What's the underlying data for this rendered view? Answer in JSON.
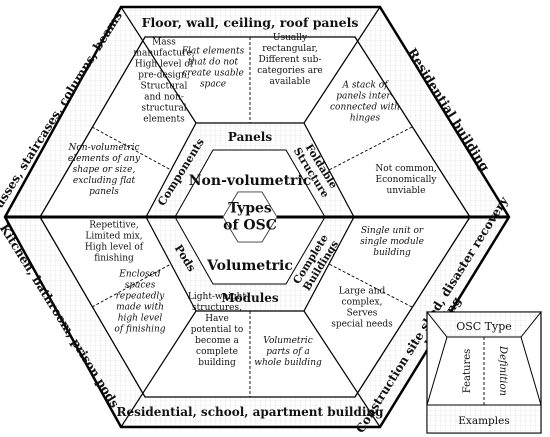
{
  "center": {
    "top": "Non-volumetric",
    "bottom": "Volumetric",
    "core": [
      "Types",
      "of OSC"
    ]
  },
  "panels": {
    "label": "Panels",
    "example": "Floor, wall, ceiling, roof panels",
    "feature": [
      "Flat elements",
      "that do not",
      "create usable",
      "space"
    ],
    "definition": [
      "Usually",
      "rectangular,",
      "Different sub-",
      "categories are",
      "available"
    ]
  },
  "foldable": {
    "label": [
      "Foldable",
      "Structure"
    ],
    "example": "Residential building",
    "feature": [
      "A stack of",
      "panels inter-",
      "connected with",
      "hinges"
    ],
    "definition": [
      "Not common,",
      "Economically",
      "unviable"
    ]
  },
  "complete": {
    "label": [
      "Complete",
      "Buildings"
    ],
    "example": [
      "Construction site shed, disaster recovery",
      "building"
    ],
    "feature": [
      "Single unit or",
      "single module",
      "building"
    ],
    "definition": [
      "Large and",
      "complex,",
      "Serves",
      "special needs"
    ]
  },
  "modules": {
    "label": "Modules",
    "example": "Residential, school, apartment building",
    "feature": [
      "Light-weight",
      "structures,",
      "Have",
      "potential to",
      "become a",
      "complete",
      "building"
    ],
    "definition": [
      "Volumetric",
      "parts of a",
      "whole building"
    ]
  },
  "pods": {
    "label": "Pods",
    "example": "Kitchen, bathroom, prison pods",
    "feature": [
      "Repetitive,",
      "Limited mix,",
      "High level of",
      "finishing"
    ],
    "definition": [
      "Enclosed",
      "spaces",
      "repeatedly",
      "made with",
      "high level",
      "of finishing"
    ]
  },
  "components": {
    "label": "Components",
    "example": "Trusses, staircases, columns, beams",
    "feature": [
      "Mass",
      "manufacture,",
      "High level of",
      "pre-design,",
      "Structural",
      "and non-",
      "structural",
      "elements"
    ],
    "definition": [
      "Non-volumetric",
      "elements of any",
      "shape or size,",
      "excluding flat",
      "panels"
    ]
  },
  "legend": {
    "title": "OSC Type",
    "features": "Features",
    "definition": "Definition",
    "examples": "Examples"
  }
}
